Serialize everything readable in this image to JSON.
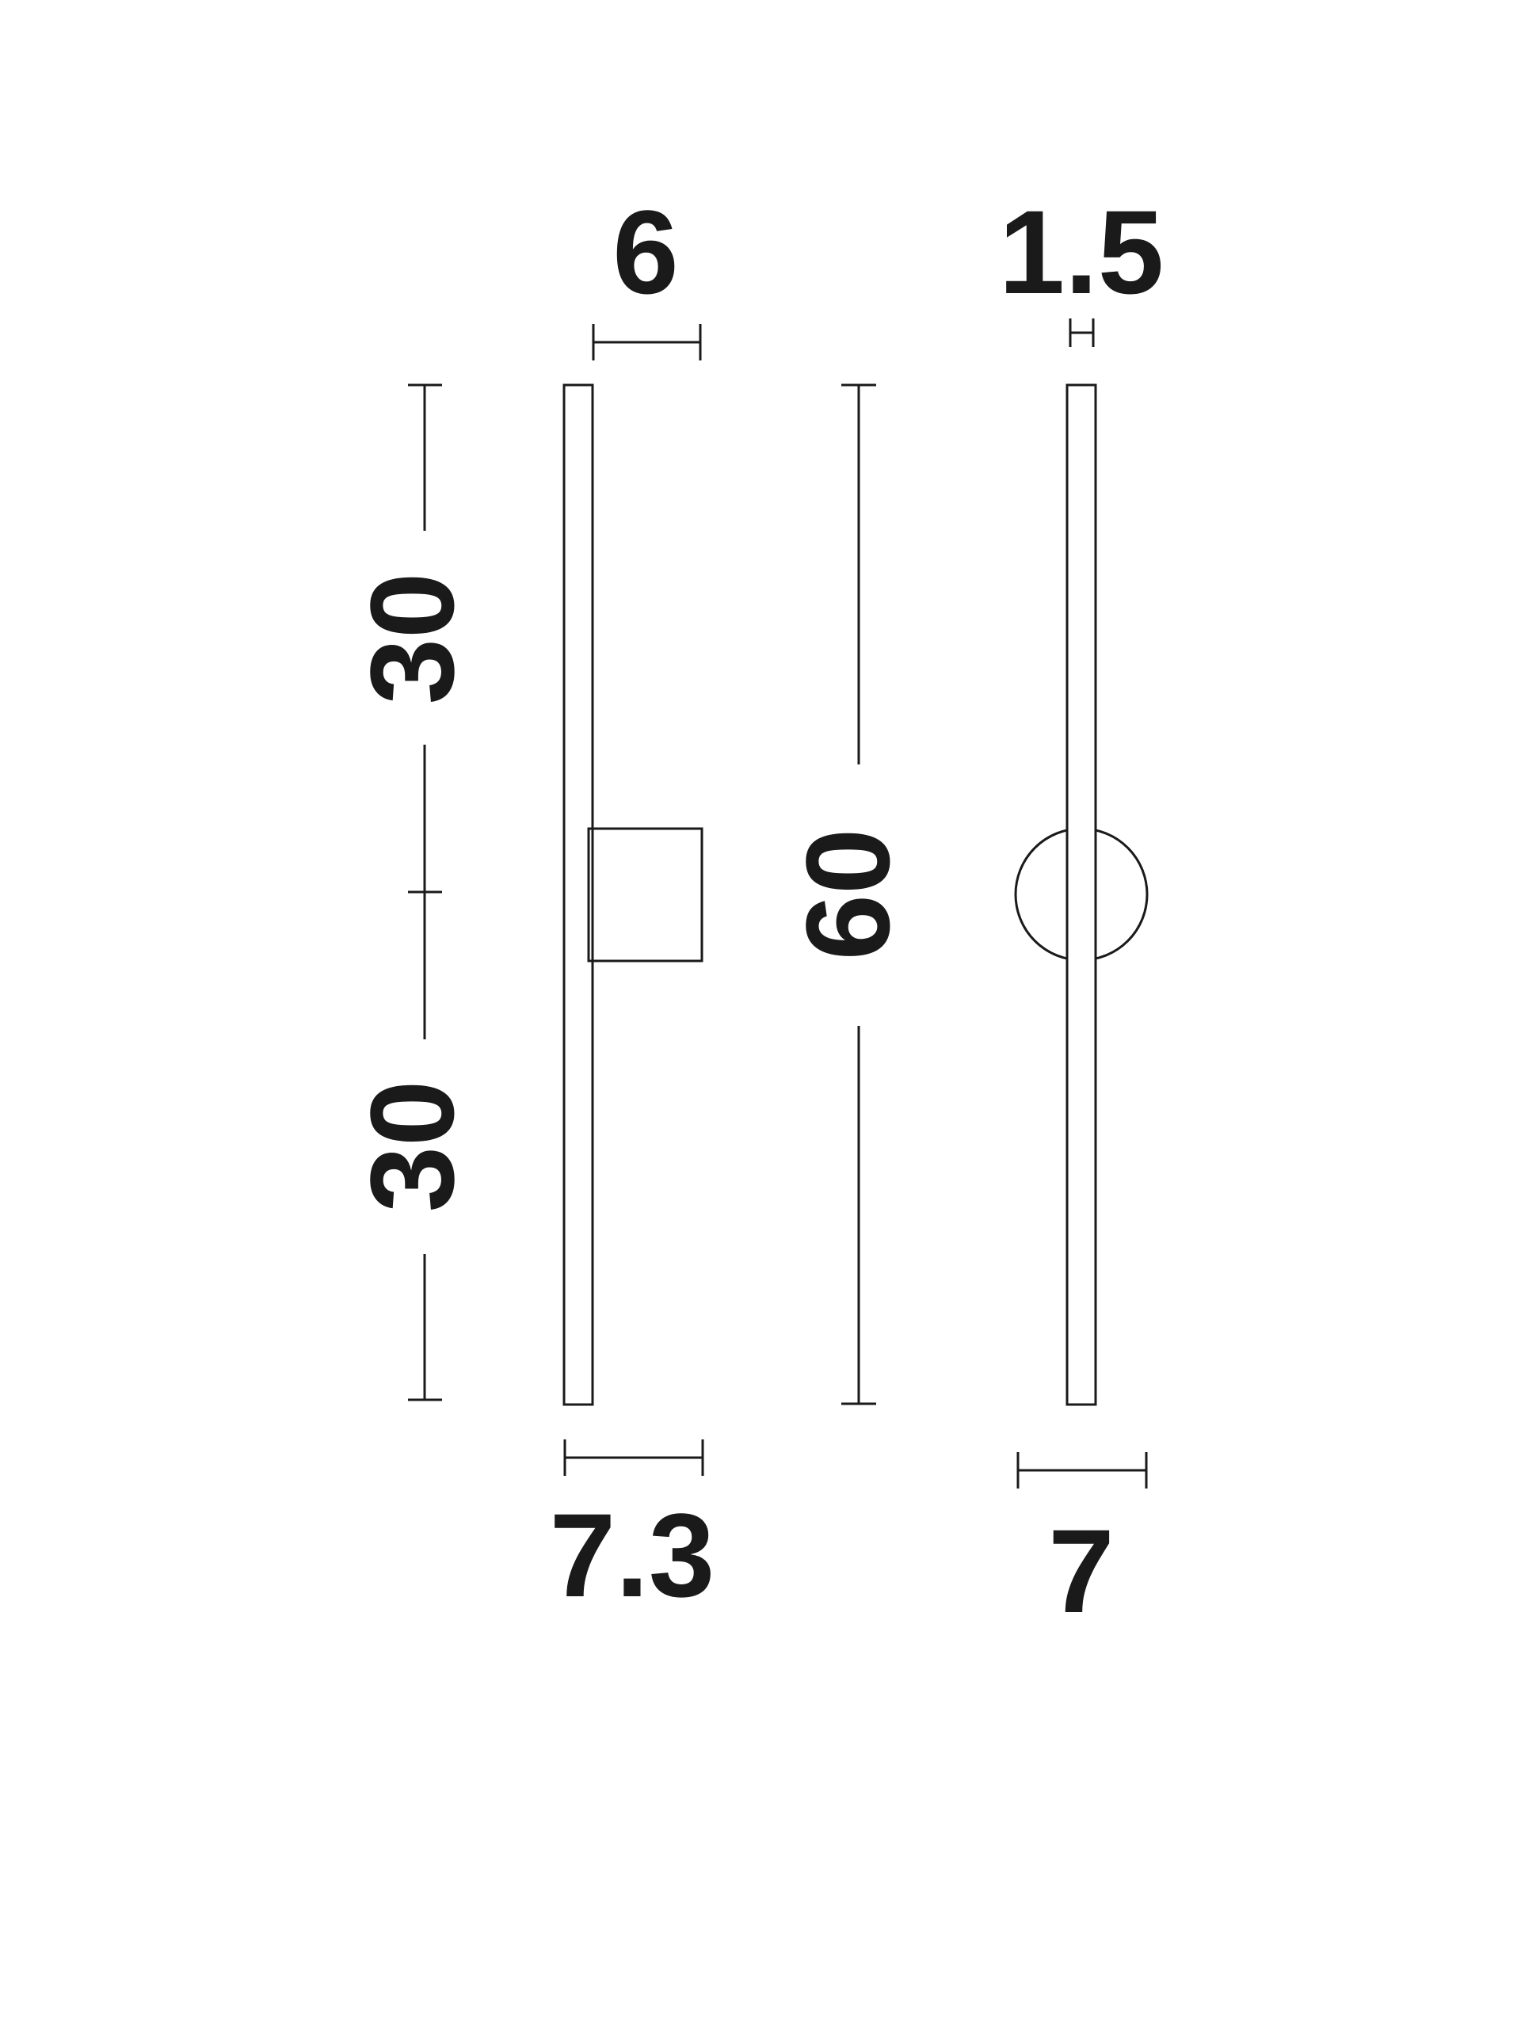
{
  "diagram": {
    "colors": {
      "line": "#1a1a1a",
      "background": "#ffffff"
    },
    "front_view": {
      "top_width": "6",
      "bottom_width": "7.3",
      "upper_height": "30",
      "lower_height": "30"
    },
    "side_view": {
      "total_height": "60",
      "top_depth": "1.5",
      "bottom_width": "7"
    }
  }
}
